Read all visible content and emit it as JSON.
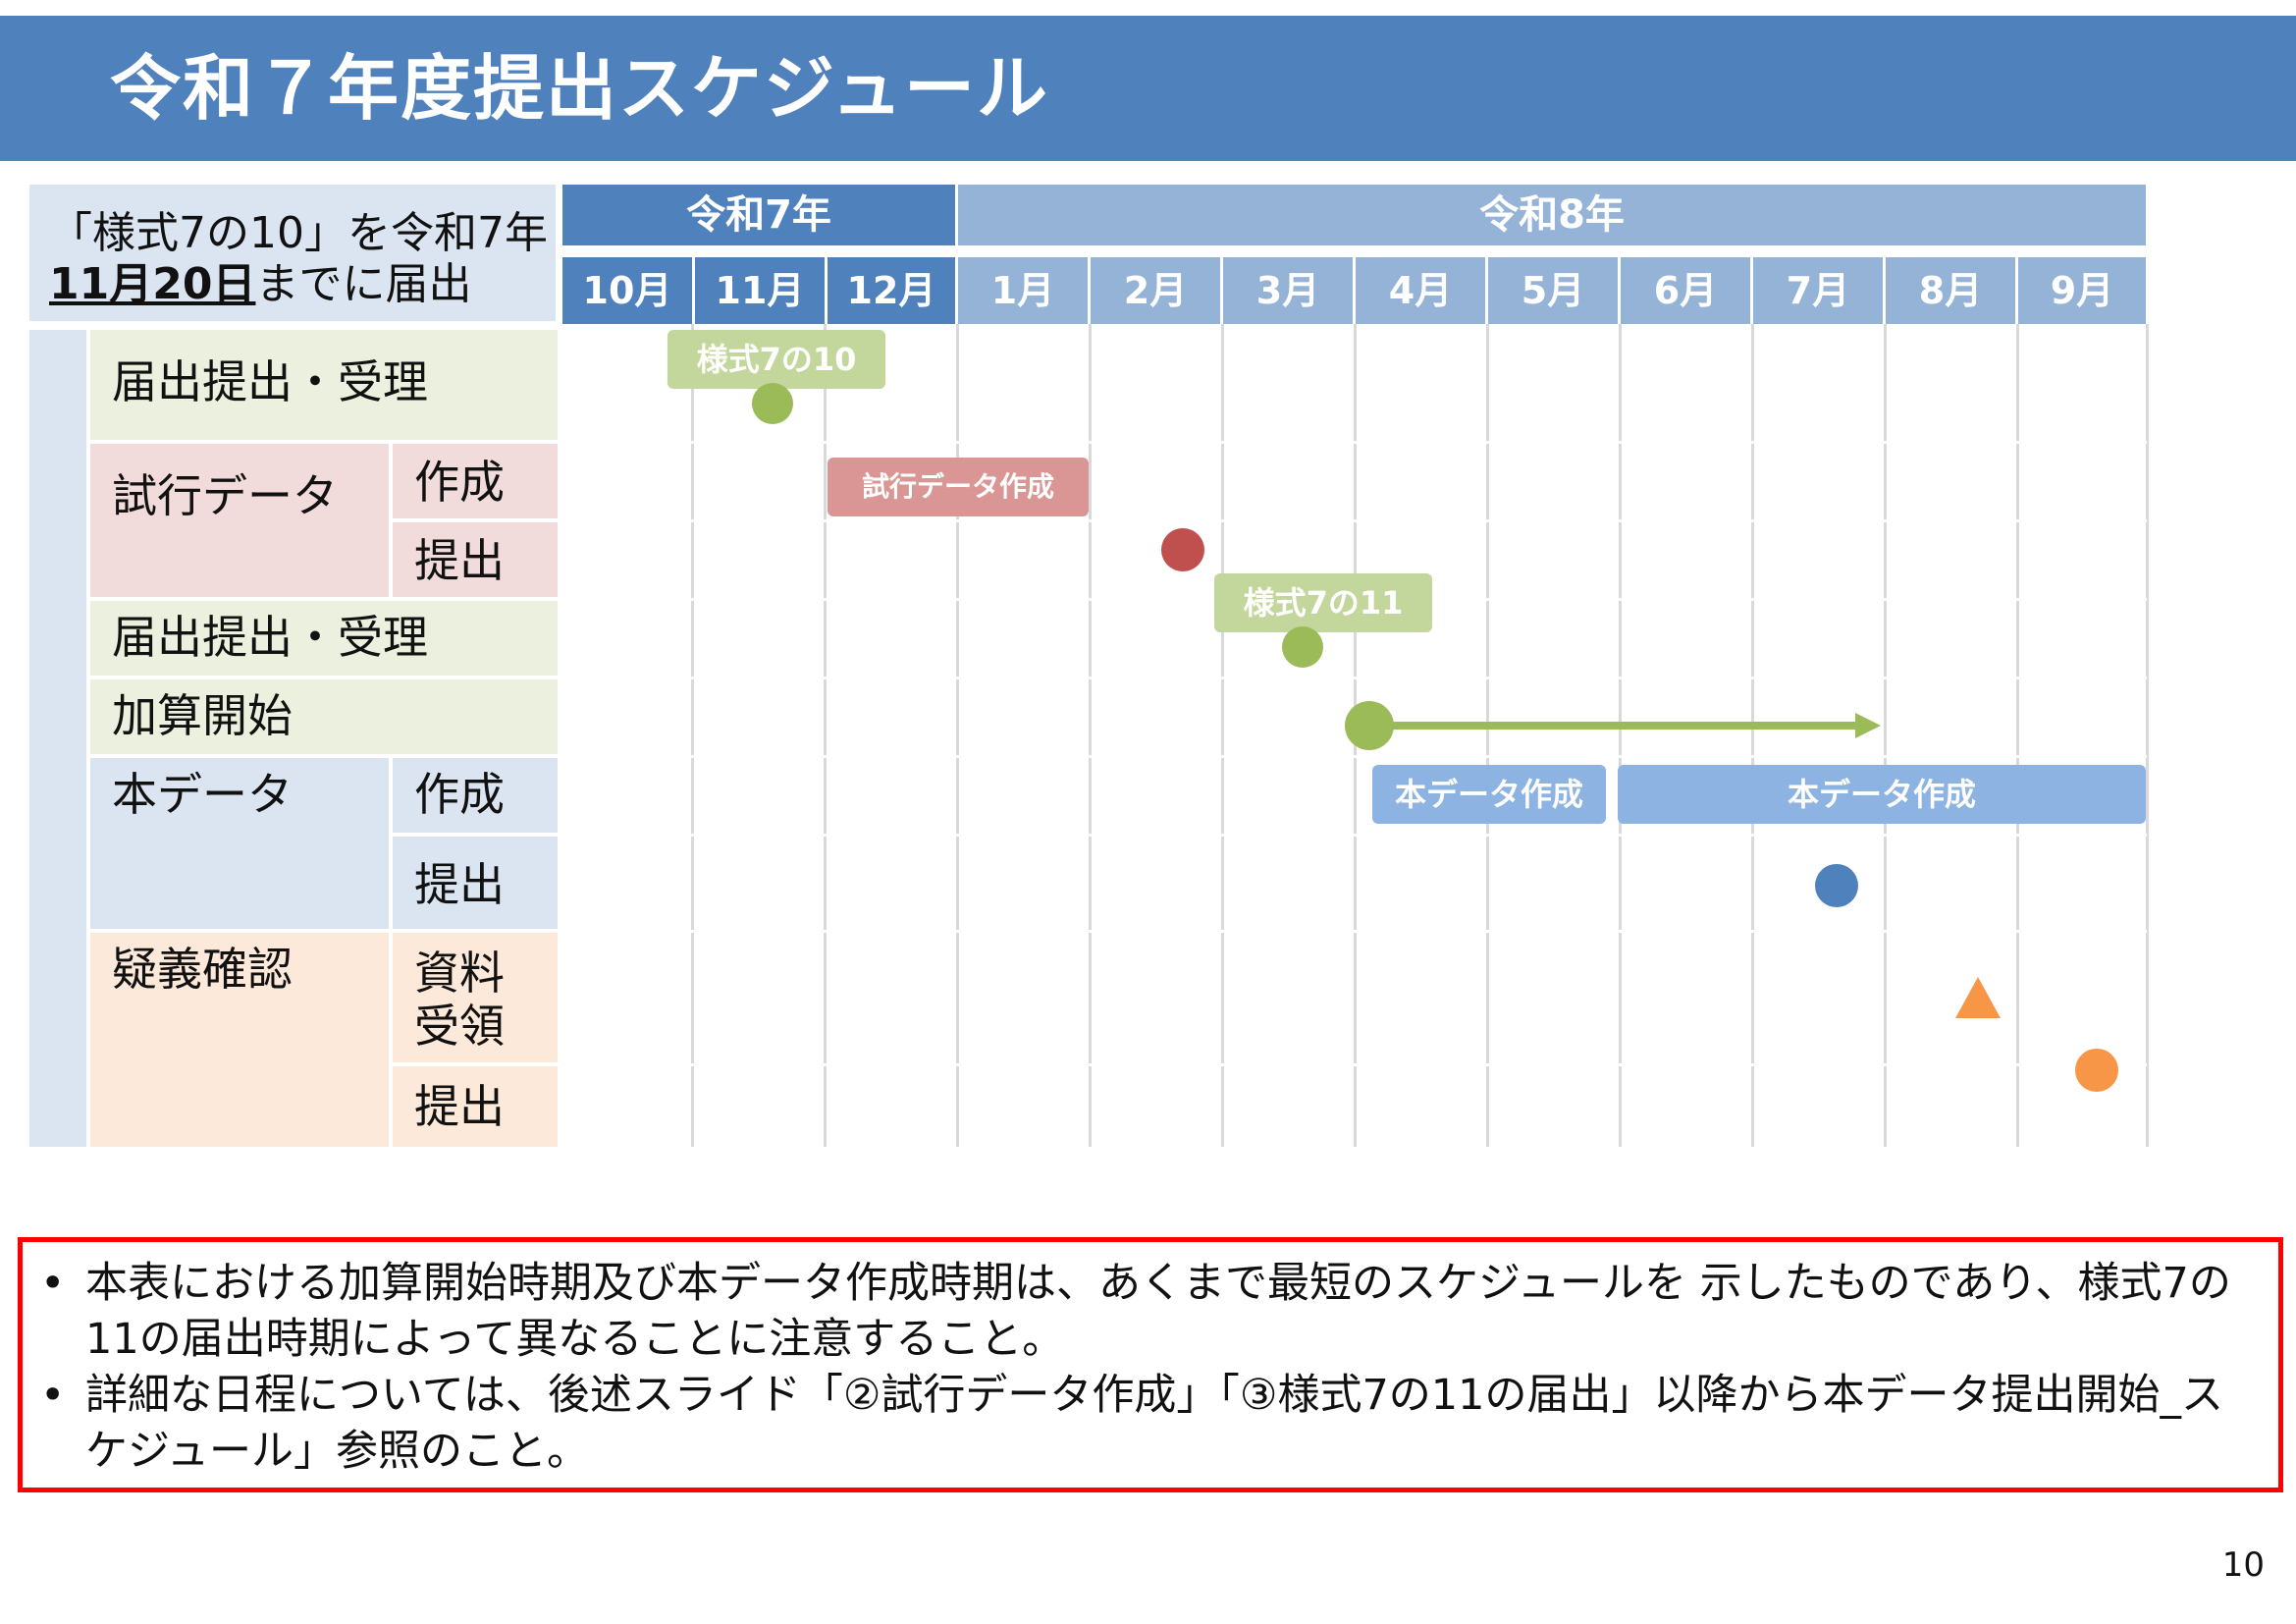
{
  "header": {
    "title": "令和７年度提出スケジュール"
  },
  "note_box": {
    "line1": "「様式7の10」を令和7年",
    "deadline": "11月20日",
    "line2_rest": "までに届出"
  },
  "years": [
    "令和7年",
    "令和8年"
  ],
  "months": [
    "10月",
    "11月",
    "12月",
    "1月",
    "2月",
    "3月",
    "4月",
    "5月",
    "6月",
    "7月",
    "8月",
    "9月"
  ],
  "rows": {
    "todokede1": "届出提出・受理",
    "shiko_data": "試行データ",
    "sakusei": "作成",
    "teishutsu": "提出",
    "todokede2": "届出提出・受理",
    "kasan": "加算開始",
    "hon_data": "本データ",
    "gigi": "疑義確認",
    "shiryo_line1": "資料",
    "shiryo_line2": "受領"
  },
  "gantt": {
    "form_7_10": "様式7の10",
    "trial_data": "試行データ作成",
    "form_7_11": "様式7の11",
    "main_data_1": "本データ作成",
    "main_data_2": "本データ作成"
  },
  "colors": {
    "banner": "#4f81bd",
    "year_dark": "#4f81bd",
    "year_light": "#95b3d7",
    "green_marker": "#9bbb59",
    "red_marker": "#c0504d",
    "blue_marker": "#4f81bd",
    "orange_marker": "#f79646"
  },
  "notes": [
    "本表における加算開始時期及び本データ作成時期は、あくまで最短のスケジュールを 示したものであり、様式7の11の届出時期によって異なることに注意すること。",
    "詳細な日程については、後述スライド「②試行データ作成」「③様式7の11の届出」以降から本データ提出開始_スケジュール」参照のこと。"
  ],
  "bullet": "•",
  "page_number": "10"
}
